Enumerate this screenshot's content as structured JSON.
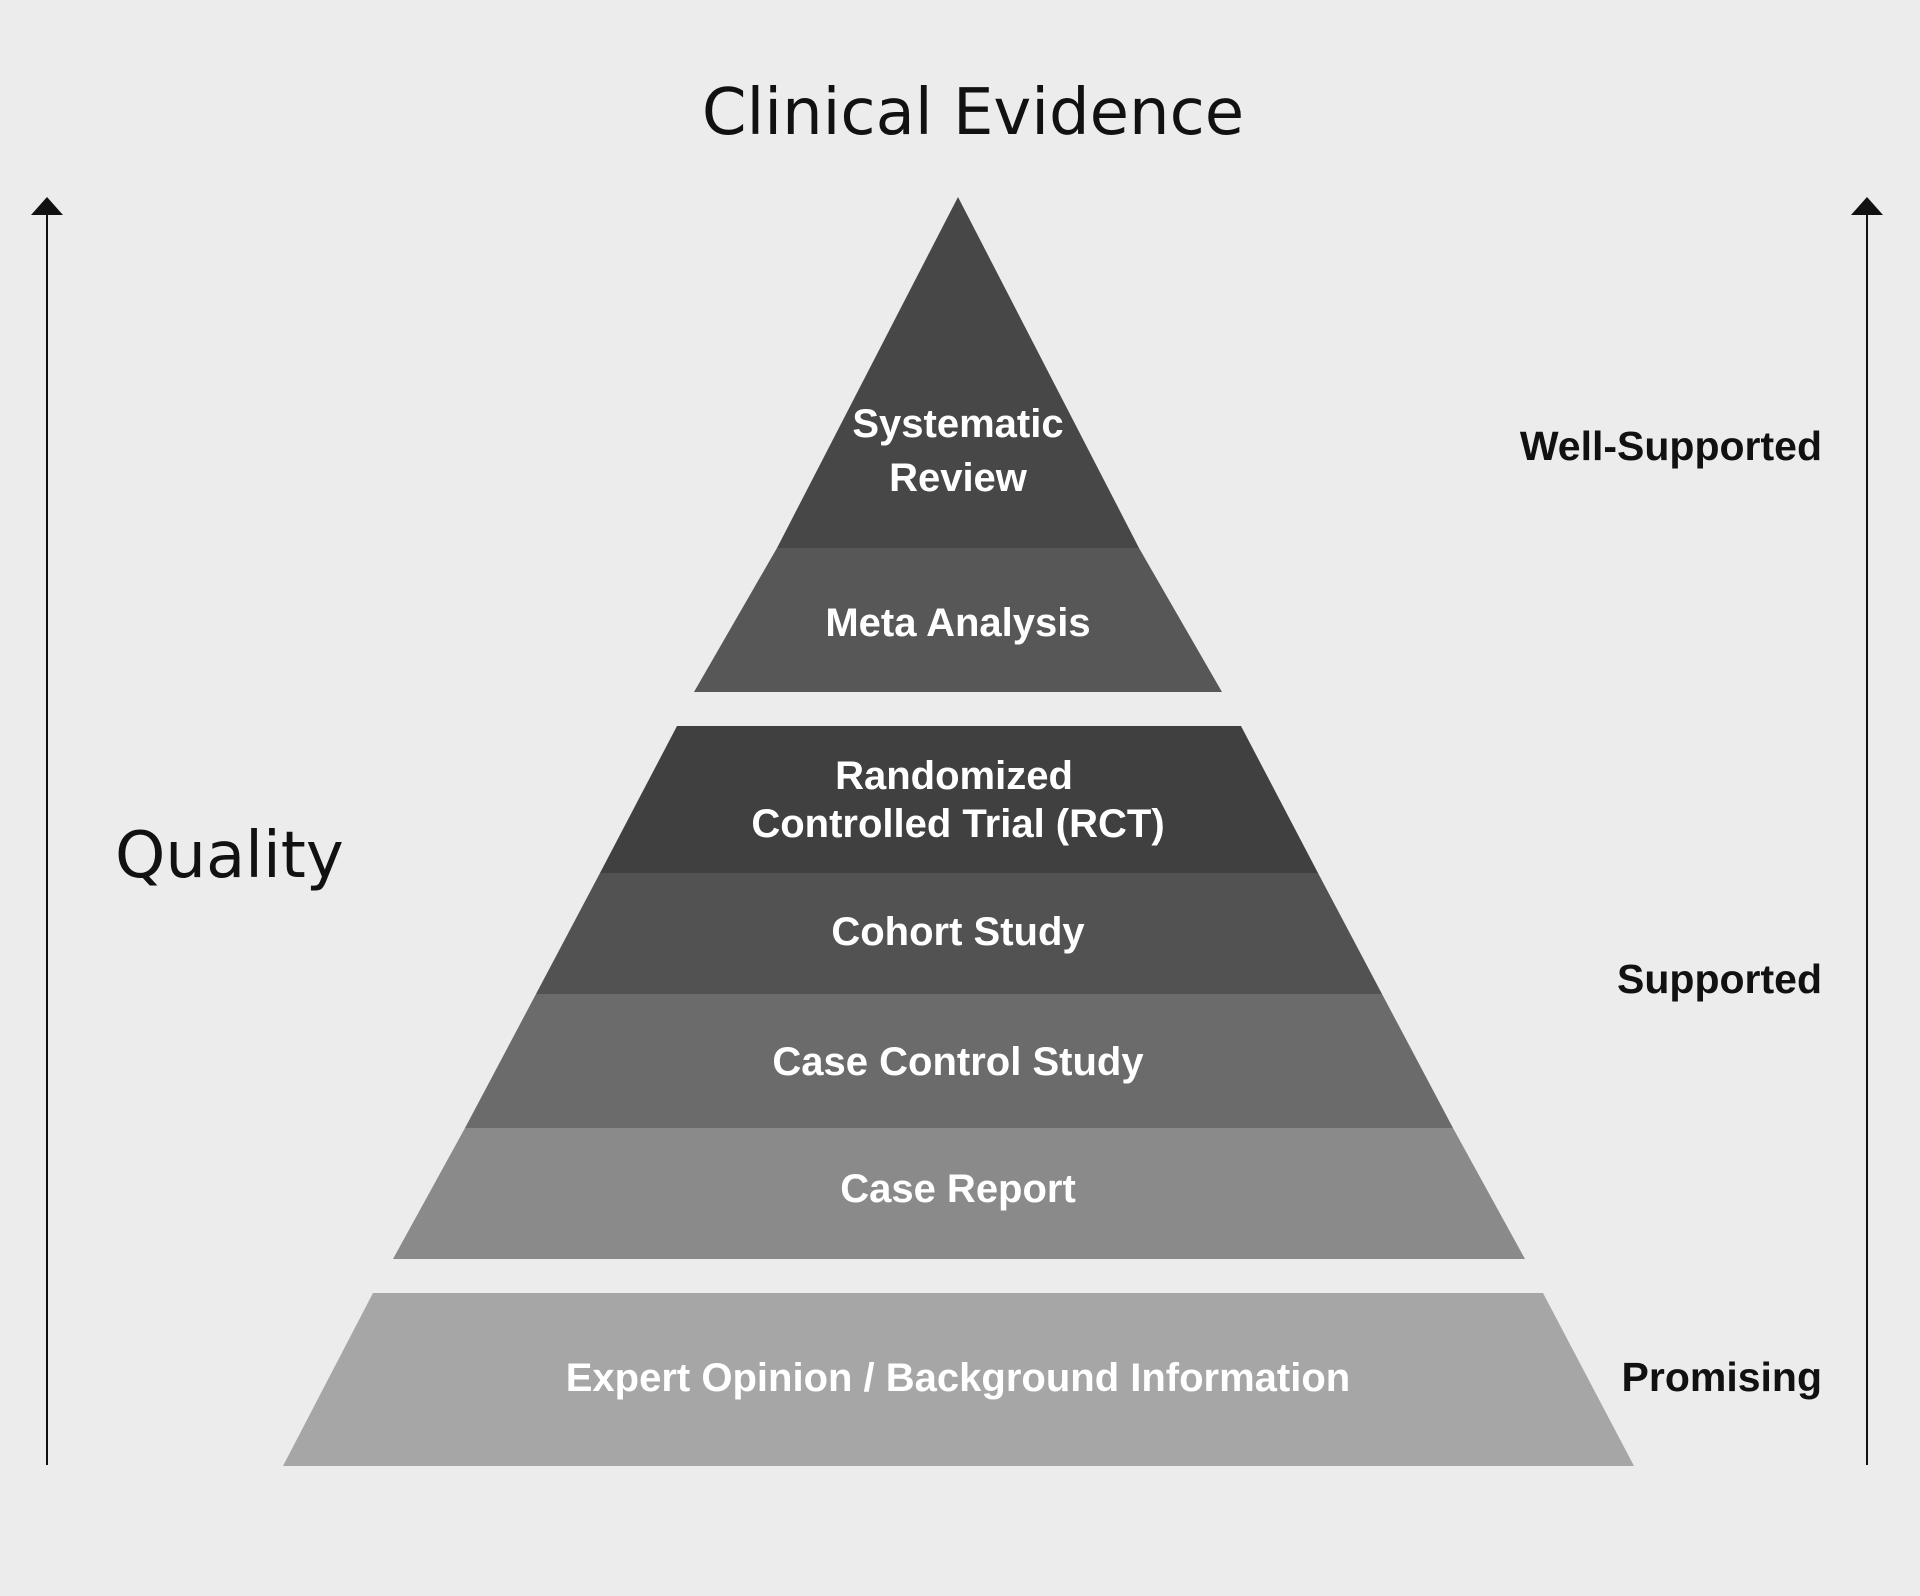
{
  "title": "Clinical Evidence",
  "axis_label": "Quality",
  "tiers": [
    {
      "label": "Well-Supported"
    },
    {
      "label": "Supported"
    },
    {
      "label": "Promising"
    }
  ],
  "layers": [
    {
      "lines": [
        "Systematic",
        "Review"
      ],
      "color": "#474747"
    },
    {
      "lines": [
        "Meta Analysis"
      ],
      "color": "#575757"
    },
    {
      "lines": [
        "Randomized",
        "Controlled Trial (RCT)"
      ],
      "color": "#404040"
    },
    {
      "lines": [
        "Cohort Study"
      ],
      "color": "#525252"
    },
    {
      "lines": [
        "Case Control Study"
      ],
      "color": "#6b6b6b"
    },
    {
      "lines": [
        "Case Report"
      ],
      "color": "#8a8a8a"
    },
    {
      "lines": [
        "Expert Opinion / Background Information"
      ],
      "color": "#a6a6a6"
    }
  ]
}
